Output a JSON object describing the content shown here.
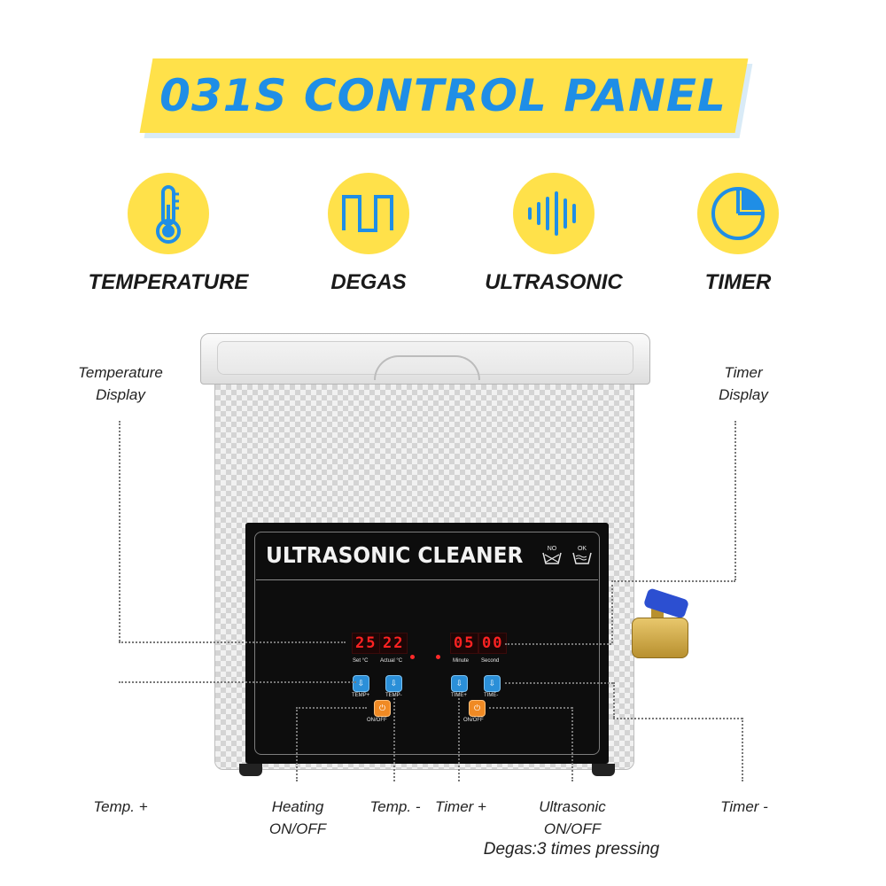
{
  "title": "031S CONTROL PANEL",
  "features": [
    {
      "icon": "thermometer-icon",
      "label": "TEMPERATURE"
    },
    {
      "icon": "square-wave-icon",
      "label": "DEGAS"
    },
    {
      "icon": "sound-wave-icon",
      "label": "ULTRASONIC"
    },
    {
      "icon": "pie-clock-icon",
      "label": "TIMER"
    }
  ],
  "callouts": {
    "temp_display": "Temperature Display",
    "timer_display": "Timer Display",
    "temp_plus": "Temp. +",
    "heating": "Heating ON/OFF",
    "temp_minus": "Temp. -",
    "timer_plus": "Timer +",
    "ultrasonic": "Ultrasonic ON/OFF",
    "degas": "Degas:3 times pressing",
    "timer_minus": "Timer -"
  },
  "panel": {
    "title": "ULTRASONIC CLEANER",
    "no_label": "NO",
    "ok_label": "OK",
    "set_temp": "25",
    "actual_temp": "22",
    "set_label": "Set  °C",
    "actual_label": "Actual °C",
    "minute": "05",
    "second": "00",
    "minute_label": "Minute",
    "second_label": "Second",
    "temp_plus_btn": "TEMP+",
    "temp_minus_btn": "TEMP-",
    "time_plus_btn": "TIME+",
    "time_minus_btn": "TIME-",
    "onoff_left": "ON/OFF",
    "onoff_right": "ON/OFF"
  },
  "colors": {
    "accent_yellow": "#ffe14a",
    "title_blue": "#1f8ee6",
    "led_red": "#ff2222",
    "button_blue": "#2b8fd8",
    "button_orange": "#f08a24"
  }
}
